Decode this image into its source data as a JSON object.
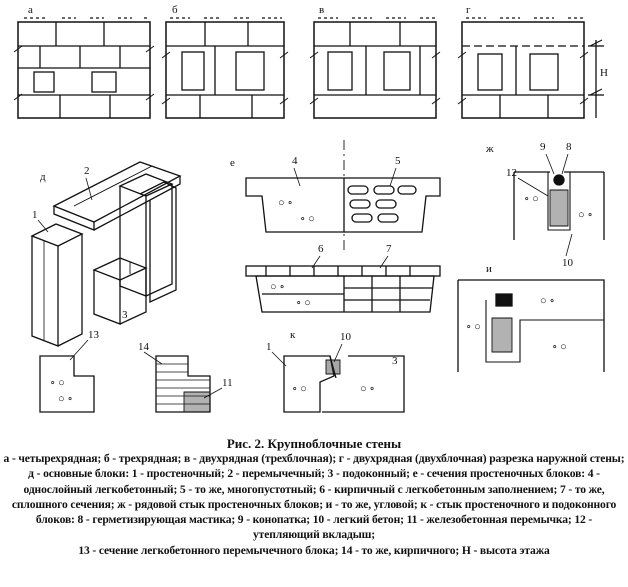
{
  "figure": {
    "panel_letters": [
      "а",
      "б",
      "в",
      "г",
      "д",
      "е",
      "ж",
      "и",
      "к"
    ],
    "numbers": [
      "1",
      "2",
      "3",
      "4",
      "5",
      "6",
      "7",
      "8",
      "9",
      "10",
      "11",
      "12",
      "13",
      "14"
    ],
    "dimension_label": "Н"
  },
  "caption": {
    "title": "Рис. 2. Крупноблочные стены",
    "text": "а - четырехрядная; б - трехрядная; в - двухрядная (трехблочная); г - двухрядная (двухблочная) разрезка наружной стены; д - основные блоки: 1 - простеночный; 2 - перемычечный; 3 - подоконный; е - сечения простеночных блоков: 4 - однослойный легкобетонный; 5 - то же, многопустотный; 6 - кирпичный с легкобетонным заполнением; 7 - то же, сплошного сечения; ж - рядовой стык простеночных блоков; и - то же, угловой; к - стык простеночного и подоконного блоков: 8 - герметизирующая мастика; 9 - конопатка; 10 - легкий бетон; 11 - железобетонная перемычка; 12 - утепляющий вкладыш;",
    "last_line": "13 - сечение легкобетонного перемычечного блока; 14 - то же, кирпичного; Н - высота этажа"
  }
}
